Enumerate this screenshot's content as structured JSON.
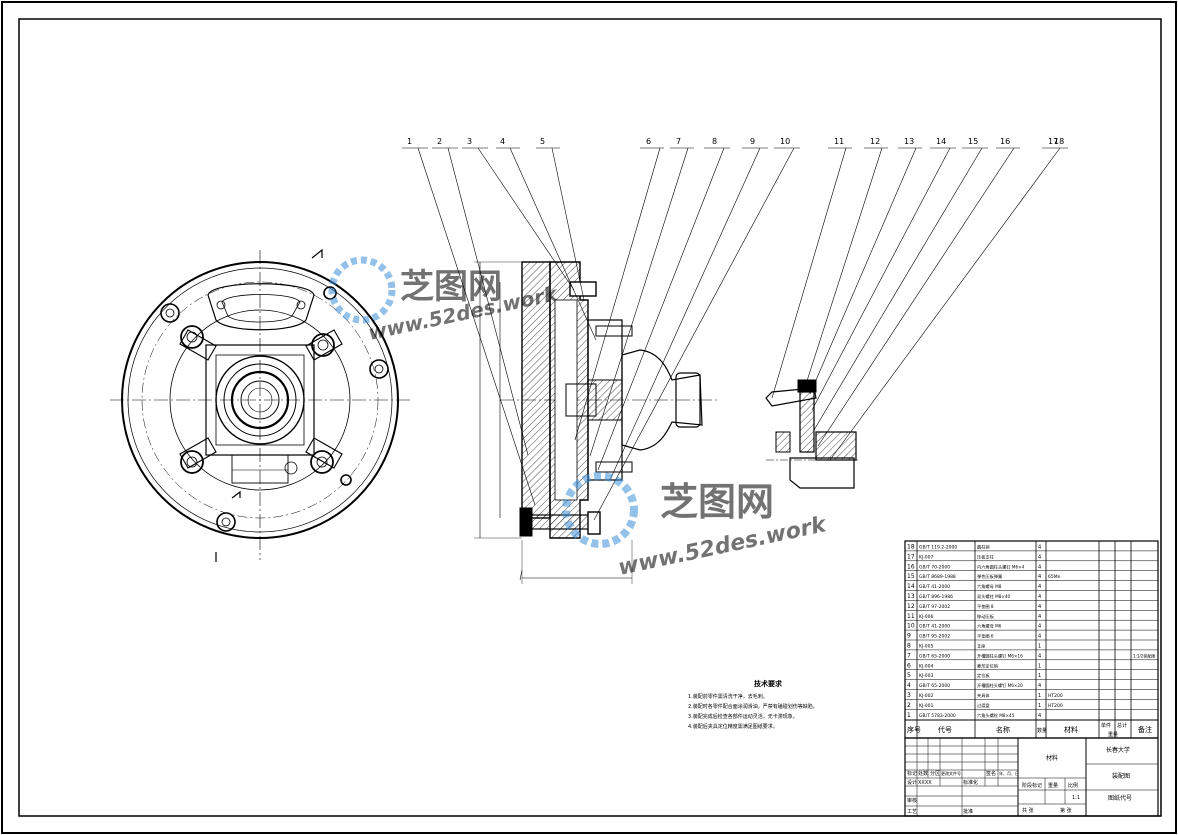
{
  "balloons": [
    "1",
    "2",
    "3",
    "4",
    "5",
    "6",
    "7",
    "8",
    "9",
    "10",
    "11",
    "12",
    "13",
    "14",
    "15",
    "16",
    "17",
    "18"
  ],
  "watermark": {
    "brand": "芝图网",
    "url": "www.52des.work"
  },
  "tech_requirements": {
    "title": "技术要求",
    "items": [
      "1.装配前零件需清洗干净，去毛刺。",
      "2.装配时各零件配合面涂润滑油，严禁有磕碰划伤等缺陷。",
      "3.装配完成后检查各部件运动灵活，无卡滞现象。",
      "4.装配后夹具定位精度需满足图纸要求。"
    ]
  },
  "bom": {
    "rows": [
      {
        "no": "18",
        "code": "GB/T 119.2-2000",
        "name": "圆柱销",
        "qty": "4",
        "material": ""
      },
      {
        "no": "17",
        "code": "KJ-007",
        "name": "压板支柱",
        "qty": "4",
        "material": ""
      },
      {
        "no": "16",
        "code": "GB/T 70-2000",
        "name": "内六角圆柱头螺钉 M6×4",
        "qty": "4",
        "material": ""
      },
      {
        "no": "15",
        "code": "GB/T 8689-1988",
        "name": "弹性压板弹簧",
        "qty": "4",
        "material": "65Mn"
      },
      {
        "no": "14",
        "code": "GB/T 41-2000",
        "name": "六角螺母 M8",
        "qty": "4",
        "material": ""
      },
      {
        "no": "13",
        "code": "GB/T 896-1986",
        "name": "双头螺柱 M8×40",
        "qty": "4",
        "material": ""
      },
      {
        "no": "12",
        "code": "GB/T 97-2002",
        "name": "平垫圈 8",
        "qty": "4",
        "material": ""
      },
      {
        "no": "11",
        "code": "KJ-006",
        "name": "移动压板",
        "qty": "4",
        "material": ""
      },
      {
        "no": "10",
        "code": "GB/T 41-2000",
        "name": "六角螺母 M6",
        "qty": "4",
        "material": ""
      },
      {
        "no": "9",
        "code": "GB/T 95-2002",
        "name": "平垫圈 6",
        "qty": "4",
        "material": ""
      },
      {
        "no": "8",
        "code": "KJ-005",
        "name": "支座",
        "qty": "1",
        "material": ""
      },
      {
        "no": "7",
        "code": "GB/T 65-2000",
        "name": "开槽圆柱头螺钉 M6×16",
        "qty": "4",
        "material": ""
      },
      {
        "no": "6",
        "code": "KJ-004",
        "name": "菱形定位销",
        "qty": "1",
        "material": ""
      },
      {
        "no": "5",
        "code": "KJ-003",
        "name": "定位板",
        "qty": "1",
        "material": ""
      },
      {
        "no": "4",
        "code": "GB/T 65-2000",
        "name": "开槽圆柱头螺钉 M6×20",
        "qty": "4",
        "material": ""
      },
      {
        "no": "3",
        "code": "KJ-002",
        "name": "夹具体",
        "qty": "1",
        "material": "HT200"
      },
      {
        "no": "2",
        "code": "KJ-001",
        "name": "过渡盘",
        "qty": "1",
        "material": "HT200"
      },
      {
        "no": "1",
        "code": "GB/T 5783-2000",
        "name": "六角头螺栓 M8×45",
        "qty": "4",
        "material": ""
      }
    ],
    "remark_row7": "1:1/2装配图",
    "header": {
      "no": "序号",
      "code": "代号",
      "name": "名称",
      "qty": "数量",
      "material": "材料",
      "single": "单件",
      "total": "总计",
      "weight": "重量",
      "remark": "备注"
    }
  },
  "title_block": {
    "school": "长春大学",
    "drawing_name": "装配图",
    "material_placeholder": "材料",
    "drawing_code": "图纸代号",
    "stage_mark": "阶段标记",
    "weight": "重量",
    "scale": "比例",
    "scale_value": "1:1",
    "sheets_total": "共  张",
    "sheet_no": "第  张",
    "rev_row": [
      "标记",
      "处数",
      "分区",
      "更改文件号",
      "签名",
      "年、月、日"
    ],
    "designer": "设计",
    "designer_name": "XXXX",
    "standardize": "标准化",
    "reviewer": "审核",
    "process": "工艺",
    "approve": "批准"
  }
}
